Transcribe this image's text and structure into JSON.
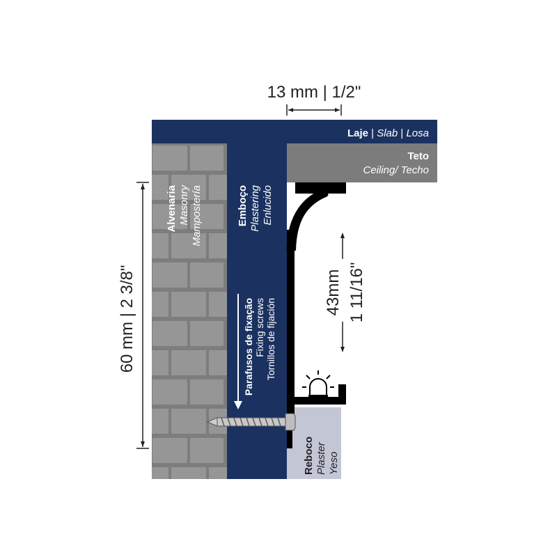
{
  "colors": {
    "navy": "#1b3260",
    "gray_dark": "#7c7c7c",
    "brick": "#969696",
    "brick_mortar": "#7d7d7d",
    "plaster": "#c3c6d5",
    "profile": "#000000",
    "text_dark": "#231f20",
    "text_light": "#ffffff"
  },
  "dimensions": {
    "top_width": "13 mm | 1/2\"",
    "total_height": "60 mm | 2 3/8\"",
    "profile_height_a": "43mm",
    "profile_height_b": "1 11/16\""
  },
  "labels": {
    "slab": {
      "pt": "Laje",
      "sep1": " | ",
      "en": "Slab",
      "sep2": " | ",
      "es": "Losa"
    },
    "ceiling": {
      "pt": "Teto",
      "en_es": "Ceiling/ Techo"
    },
    "masonry": {
      "pt": "Alvenaria",
      "en": "Masonry",
      "es": "Mampostería"
    },
    "plastering": {
      "pt": "Emboço",
      "en": "Plastering",
      "es": "Enlucido"
    },
    "screws": {
      "pt": "Parafusos de fixação",
      "en": "Fixing screws",
      "es": "Tornillos de fijación"
    },
    "plaster": {
      "pt": "Reboco",
      "en": "Plaster",
      "es": "Yeso"
    }
  },
  "icons": [
    "light-icon",
    "screw-icon",
    "down-arrow-icon"
  ]
}
